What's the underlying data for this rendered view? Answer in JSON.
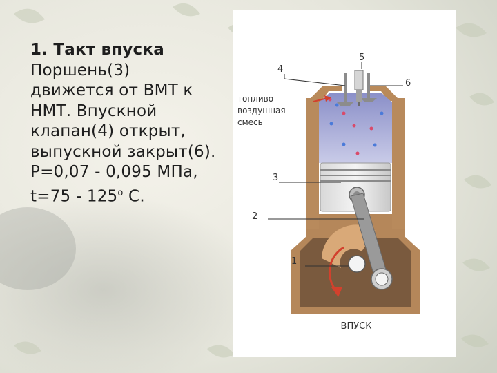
{
  "slide": {
    "heading": "1. Такт впуска",
    "body_lines": [
      "Поршень(3)",
      "движется от ВМТ к",
      "НМТ. Впускной",
      "клапан(4) открыт,",
      "выпускной закрыт(6).",
      "P=0,07 - 0,095 МПа,"
    ],
    "temp_prefix": "t=75 - 125",
    "temp_degree": "o",
    "temp_suffix": " С."
  },
  "diagram": {
    "labels": {
      "intake_valve": "4",
      "spark_plug": "5",
      "exhaust_valve": "6",
      "piston": "3",
      "connecting_rod": "2",
      "crankshaft": "1"
    },
    "mixture_label": [
      "топливо-",
      "воздушная",
      "смесь"
    ],
    "caption": "ВПУСК"
  }
}
